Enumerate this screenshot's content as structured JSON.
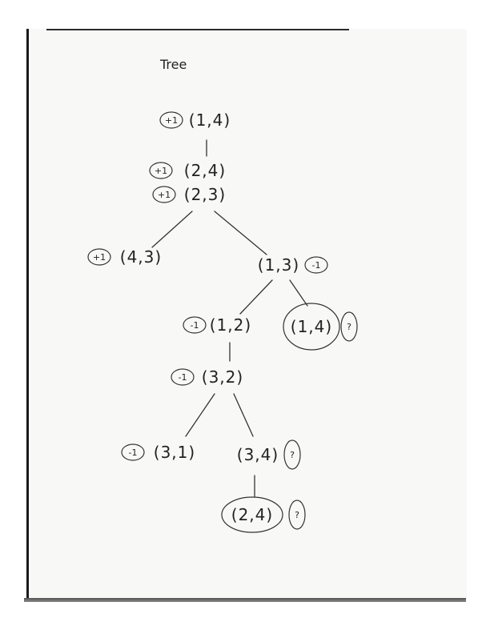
{
  "title": "Tree",
  "nodes": [
    {
      "id": "n14_top",
      "label": "(1,4)",
      "score": "+1"
    },
    {
      "id": "n24_a",
      "label": "(2,4)",
      "score": "+1"
    },
    {
      "id": "n23",
      "label": "(2,3)",
      "score": "+1"
    },
    {
      "id": "n43",
      "label": "(4,3)",
      "score": "+1"
    },
    {
      "id": "n13",
      "label": "(1,3)",
      "score": "-1"
    },
    {
      "id": "n12",
      "label": "(1,2)",
      "score": "-1"
    },
    {
      "id": "n14_leaf",
      "label": "(1,4)",
      "score": "?"
    },
    {
      "id": "n32",
      "label": "(3,2)",
      "score": "-1"
    },
    {
      "id": "n31",
      "label": "(3,1)",
      "score": "-1"
    },
    {
      "id": "n34",
      "label": "(3,4)",
      "score": "?"
    },
    {
      "id": "n24_leaf",
      "label": "(2,4)",
      "score": "?"
    }
  ],
  "edges": [
    [
      "n14_top",
      "n24_a"
    ],
    [
      "n23",
      "n43"
    ],
    [
      "n23",
      "n13"
    ],
    [
      "n13",
      "n12"
    ],
    [
      "n13",
      "n14_leaf"
    ],
    [
      "n12",
      "n32"
    ],
    [
      "n32",
      "n31"
    ],
    [
      "n32",
      "n34"
    ],
    [
      "n34",
      "n24_leaf"
    ]
  ]
}
